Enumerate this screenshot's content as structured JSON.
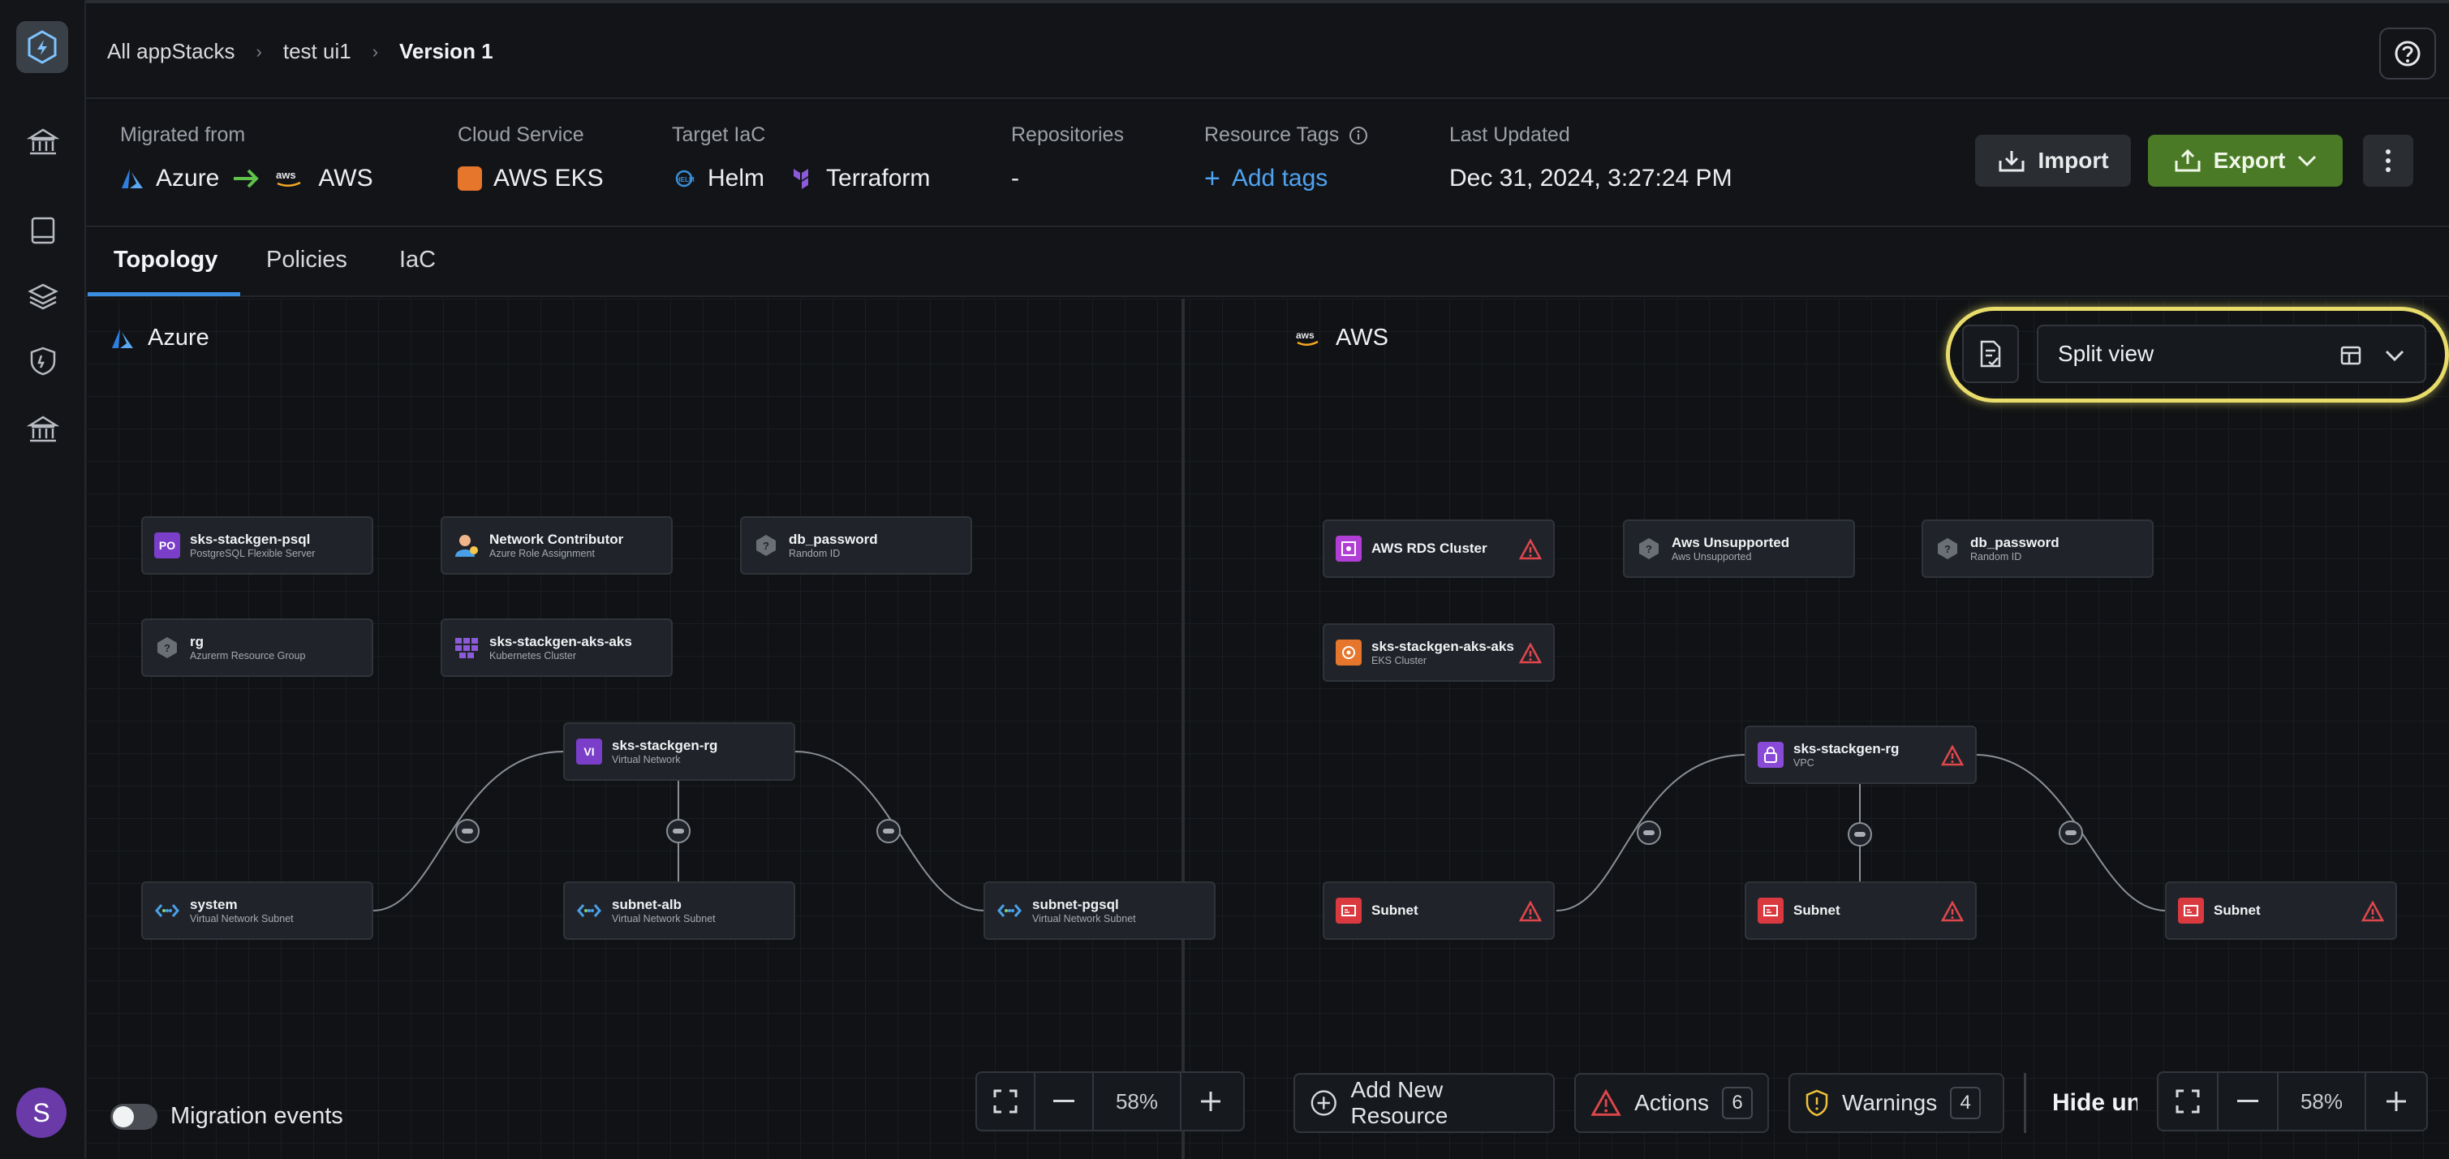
{
  "breadcrumbs": [
    "All appStacks",
    "test ui1",
    "Version 1"
  ],
  "meta": {
    "migrated_from_label": "Migrated from",
    "source_cloud": "Azure",
    "target_cloud": "AWS",
    "cloud_service_label": "Cloud Service",
    "cloud_service": "AWS EKS",
    "target_iac_label": "Target IaC",
    "iac_1": "Helm",
    "iac_2": "Terraform",
    "repositories_label": "Repositories",
    "repositories": "-",
    "resource_tags_label": "Resource Tags",
    "add_tags": "Add tags",
    "last_updated_label": "Last Updated",
    "last_updated": "Dec 31, 2024, 3:27:24 PM"
  },
  "actions": {
    "import": "Import",
    "export": "Export"
  },
  "tabs": [
    "Topology",
    "Policies",
    "IaC"
  ],
  "azure": {
    "title": "Azure",
    "nodes": [
      {
        "name": "sks-stackgen-psql",
        "type": "PostgreSQL Flexible Server",
        "icon": "PO"
      },
      {
        "name": "Network Contributor",
        "type": "Azure Role Assignment"
      },
      {
        "name": "db_password",
        "type": "Random ID"
      },
      {
        "name": "rg",
        "type": "Azurerm Resource Group"
      },
      {
        "name": "sks-stackgen-aks-aks",
        "type": "Kubernetes Cluster"
      },
      {
        "name": "sks-stackgen-rg",
        "type": "Virtual Network",
        "icon": "VI"
      },
      {
        "name": "system",
        "type": "Virtual Network Subnet"
      },
      {
        "name": "subnet-alb",
        "type": "Virtual Network Subnet"
      },
      {
        "name": "subnet-pgsql",
        "type": "Virtual Network Subnet"
      }
    ],
    "zoom": "58%",
    "migration_events": "Migration events"
  },
  "aws": {
    "title": "AWS",
    "view_select": "Split view",
    "nodes": [
      {
        "name": "AWS RDS Cluster",
        "type": ""
      },
      {
        "name": "Aws Unsupported",
        "type": "Aws Unsupported"
      },
      {
        "name": "db_password",
        "type": "Random ID"
      },
      {
        "name": "sks-stackgen-aks-aks",
        "type": "EKS Cluster"
      },
      {
        "name": "sks-stackgen-rg",
        "type": "VPC"
      },
      {
        "name": "Subnet",
        "type": ""
      },
      {
        "name": "Subnet",
        "type": ""
      },
      {
        "name": "Subnet",
        "type": ""
      }
    ],
    "add_resource": "Add New Resource",
    "actions_label": "Actions",
    "actions_count": "6",
    "warnings_label": "Warnings",
    "warnings_count": "4",
    "hide_unsupported": "Hide unsupported",
    "zoom": "58%"
  },
  "avatar_initial": "S",
  "colors": {
    "accent": "#3b8fe0",
    "export": "#4a7a26",
    "warning": "#e0474c",
    "highlight": "#e8dc6a"
  }
}
